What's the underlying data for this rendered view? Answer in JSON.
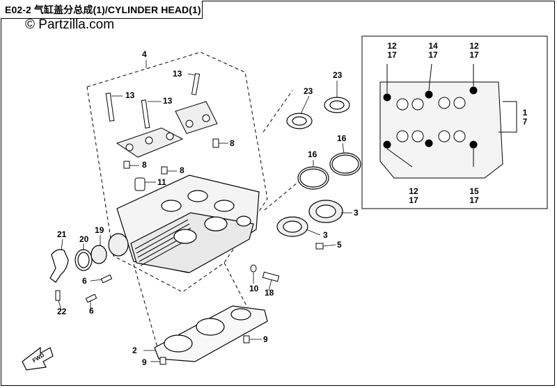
{
  "diagram": {
    "title": "E02-2 气缸盖分总成(1)/CYLINDER HEAD(1)",
    "watermark": "© Partzilla.com",
    "fwd_label": "FWD",
    "callouts": {
      "c4": "4",
      "c13a": "13",
      "c13b": "13",
      "c13c": "13",
      "c8a": "8",
      "c8b": "8",
      "c8c": "8",
      "c11": "11",
      "c23a": "23",
      "c23b": "23",
      "c16a": "16",
      "c16b": "16",
      "c3a": "3",
      "c3b": "3",
      "c5": "5",
      "c21": "21",
      "c20": "20",
      "c19": "19",
      "c6a": "6",
      "c6b": "6",
      "c22": "22",
      "c10": "10",
      "c18": "18",
      "c2": "2",
      "c9a": "9",
      "c9b": "9"
    },
    "inset": {
      "tl": [
        "12",
        "17"
      ],
      "tm": [
        "14",
        "17"
      ],
      "tr": [
        "12",
        "17"
      ],
      "bl": [
        "12",
        "17"
      ],
      "br": [
        "15",
        "17"
      ],
      "side": [
        "1",
        "7"
      ]
    }
  }
}
